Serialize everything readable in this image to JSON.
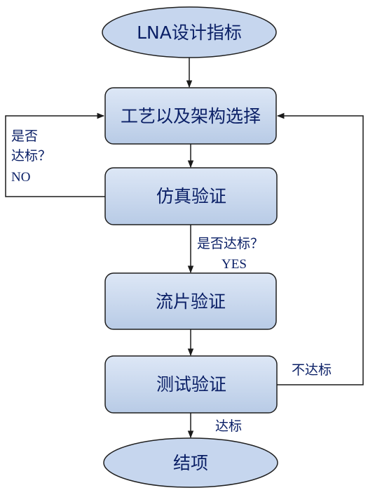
{
  "colors": {
    "node_fill_top": "#dde7f6",
    "node_fill_bottom": "#b8cbe6",
    "node_stroke": "#1f1f1f",
    "ellipse_fill": "#c6d6ee",
    "line": "#1a1a1a",
    "text": "#0a1f66"
  },
  "nodes": {
    "start": "LNA设计指标",
    "process_select": "工艺以及架构选择",
    "simulation": "仿真验证",
    "tapeout": "流片验证",
    "test": "测试验证",
    "end": "结项"
  },
  "edge_labels": {
    "sim_fail_line1": "是否",
    "sim_fail_line2": "达标？",
    "sim_fail_line3": "NO",
    "sim_pass_line1": "是否达标？",
    "sim_pass_line2": "YES",
    "test_fail": "不达标",
    "test_pass": "达标"
  }
}
